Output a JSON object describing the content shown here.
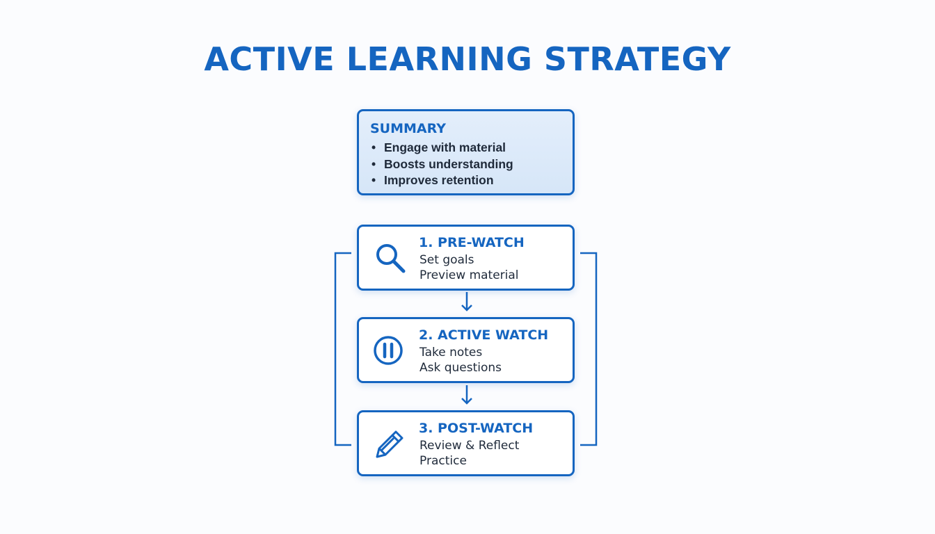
{
  "title": "ACTIVE LEARNING STRATEGY",
  "summary": {
    "heading": "SUMMARY",
    "items": [
      "Engage with material",
      "Boosts understanding",
      "Improves retention"
    ]
  },
  "steps": [
    {
      "title": "1. PRE-WATCH",
      "lines": [
        "Set goals",
        "Preview material"
      ],
      "icon": "magnifier-icon"
    },
    {
      "title": "2. ACTIVE WATCH",
      "lines": [
        "Take notes",
        "Ask questions"
      ],
      "icon": "pause-icon"
    },
    {
      "title": "3. POST-WATCH",
      "lines": [
        "Review & Reflect",
        "Practice"
      ],
      "icon": "pencil-icon"
    }
  ],
  "colors": {
    "accent": "#1565c0",
    "text": "#1f2a3a",
    "summary_fill": "#dceafa"
  }
}
